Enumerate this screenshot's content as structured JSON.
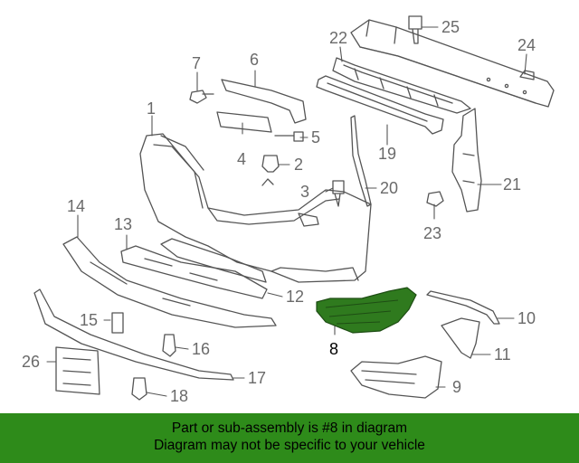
{
  "callouts": {
    "c1": "1",
    "c2": "2",
    "c3": "3",
    "c4": "4",
    "c5": "5",
    "c6": "6",
    "c7": "7",
    "c8": "8",
    "c9": "9",
    "c10": "10",
    "c11": "11",
    "c12": "12",
    "c13": "13",
    "c14": "14",
    "c15": "15",
    "c16": "16",
    "c17": "17",
    "c18": "18",
    "c19": "19",
    "c20": "20",
    "c21": "21",
    "c22": "22",
    "c23": "23",
    "c24": "24",
    "c25": "25",
    "c26": "26"
  },
  "highlighted_part": "8",
  "colors": {
    "banner": "#2e8b1a",
    "highlight_part": "#2f7a1e",
    "line_art": "#555555"
  },
  "banner": {
    "line1": "Part or sub-assembly is #8 in diagram",
    "line2": "Diagram may not be specific to your vehicle"
  }
}
